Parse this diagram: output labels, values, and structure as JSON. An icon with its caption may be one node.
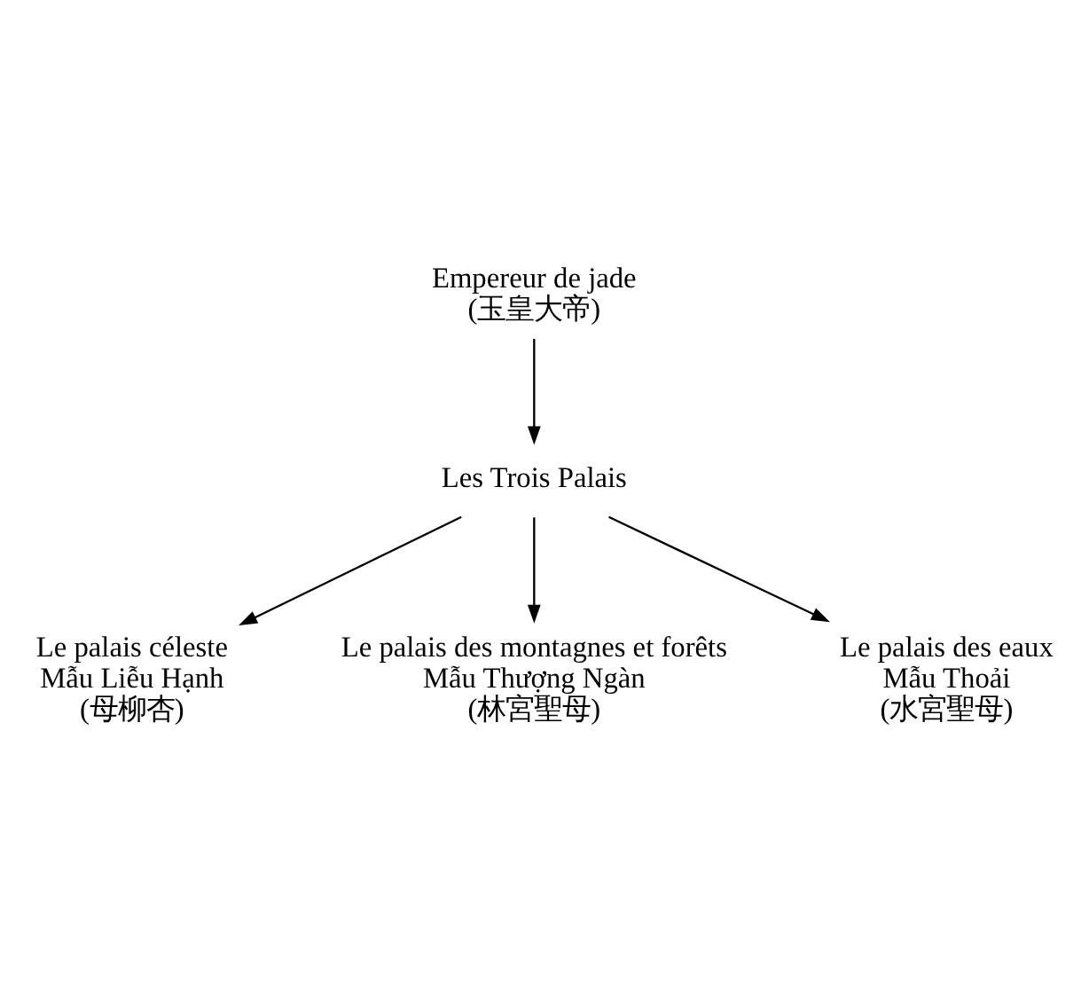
{
  "diagram": {
    "nodes": [
      {
        "text": [
          "Empereur de jade",
          "(玉皇大帝)"
        ]
      },
      {
        "text": [
          "Les Trois Palais"
        ]
      },
      {
        "text": [
          "Le palais céleste",
          "Mẫu Liễu Hạnh",
          "(母柳杏)"
        ]
      },
      {
        "text": [
          "Le palais des montagnes et forêts",
          "Mẫu Thượng Ngàn",
          "(林宮聖母)"
        ]
      },
      {
        "text": [
          "Le palais des eaux",
          "Mẫu Thoải",
          "(水宮聖母)"
        ]
      }
    ],
    "edges": [
      {
        "from": 0,
        "to": 1,
        "arrow": "to"
      },
      {
        "from": 1,
        "to": 2,
        "arrow": "to"
      },
      {
        "from": 1,
        "to": 3,
        "arrow": "to"
      },
      {
        "from": 1,
        "to": 4,
        "arrow": "to"
      }
    ]
  }
}
